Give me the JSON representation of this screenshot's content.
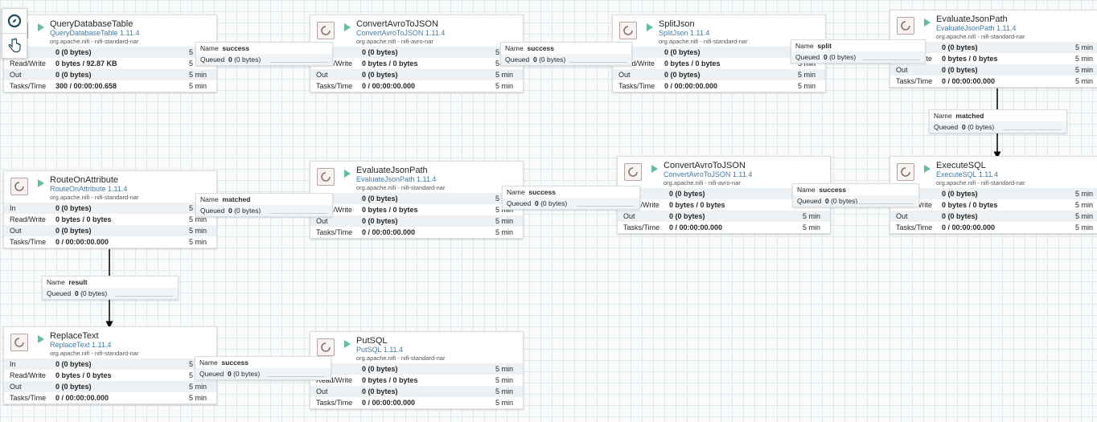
{
  "toolbar": {
    "items": [
      "navigate-icon",
      "pointer-hand-icon"
    ]
  },
  "processors": [
    {
      "id": "p1",
      "name": "QueryDatabaseTable",
      "type": "QueryDatabaseTable 1.11.4",
      "bundle": "org.apache.nifi - nifi-standard-nar",
      "stats": [
        [
          "",
          "0 (0 bytes)",
          "5 min"
        ],
        [
          "Read/Write",
          "0 bytes / 92.87 KB",
          "5 min"
        ],
        [
          "Out",
          "0 (0 bytes)",
          "5 min"
        ],
        [
          "Tasks/Time",
          "300 / 00:00:00.658",
          "5 min"
        ]
      ]
    },
    {
      "id": "p2",
      "name": "ConvertAvroToJSON",
      "type": "ConvertAvroToJSON 1.11.4",
      "bundle": "org.apache.nifi - nifi-avro-nar",
      "stats": [
        [
          "",
          "0 (0 bytes)",
          "5 min"
        ],
        [
          "Read/Write",
          "0 bytes / 0 bytes",
          "5 min"
        ],
        [
          "Out",
          "0 (0 bytes)",
          "5 min"
        ],
        [
          "Tasks/Time",
          "0 / 00:00:00.000",
          "5 min"
        ]
      ]
    },
    {
      "id": "p3",
      "name": "SplitJson",
      "type": "SplitJson 1.11.4",
      "bundle": "org.apache.nifi - nifi-standard-nar",
      "stats": [
        [
          "",
          "0 (0 bytes)",
          "5 min"
        ],
        [
          "Read/Write",
          "0 bytes / 0 bytes",
          "5 min"
        ],
        [
          "Out",
          "0 (0 bytes)",
          "5 min"
        ],
        [
          "Tasks/Time",
          "0 / 00:00:00.000",
          "5 min"
        ]
      ]
    },
    {
      "id": "p4",
      "name": "EvaluateJsonPath",
      "type": "EvaluateJsonPath 1.11.4",
      "bundle": "org.apache.nifi - nifi-standard-nar",
      "stats": [
        [
          "",
          "0 (0 bytes)",
          "5 min"
        ],
        [
          "Read/Write",
          "0 bytes / 0 bytes",
          "5 min"
        ],
        [
          "Out",
          "0 (0 bytes)",
          "5 min"
        ],
        [
          "Tasks/Time",
          "0 / 00:00:00.000",
          "5 min"
        ]
      ]
    },
    {
      "id": "p5",
      "name": "RouteOnAttribute",
      "type": "RouteOnAttribute 1.11.4",
      "bundle": "org.apache.nifi - nifi-standard-nar",
      "stats": [
        [
          "In",
          "0 (0 bytes)",
          "5 min"
        ],
        [
          "Read/Write",
          "0 bytes / 0 bytes",
          "5 min"
        ],
        [
          "Out",
          "0 (0 bytes)",
          "5 min"
        ],
        [
          "Tasks/Time",
          "0 / 00:00:00.000",
          "5 min"
        ]
      ]
    },
    {
      "id": "p6",
      "name": "EvaluateJsonPath",
      "type": "EvaluateJsonPath 1.11.4",
      "bundle": "org.apache.nifi - nifi-standard-nar",
      "stats": [
        [
          "",
          "0 (0 bytes)",
          "5 min"
        ],
        [
          "Read/Write",
          "0 bytes / 0 bytes",
          "5 min"
        ],
        [
          "Out",
          "0 (0 bytes)",
          "5 min"
        ],
        [
          "Tasks/Time",
          "0 / 00:00:00.000",
          "5 min"
        ]
      ]
    },
    {
      "id": "p7",
      "name": "ConvertAvroToJSON",
      "type": "ConvertAvroToJSON 1.11.4",
      "bundle": "org.apache.nifi - nifi-avro-nar",
      "stats": [
        [
          "",
          "0 (0 bytes)",
          "5 min"
        ],
        [
          "Read/Write",
          "0 bytes / 0 bytes",
          "5 min"
        ],
        [
          "Out",
          "0 (0 bytes)",
          "5 min"
        ],
        [
          "Tasks/Time",
          "0 / 00:00:00.000",
          "5 min"
        ]
      ]
    },
    {
      "id": "p8",
      "name": "ExecuteSQL",
      "type": "ExecuteSQL 1.11.4",
      "bundle": "org.apache.nifi - nifi-standard-nar",
      "stats": [
        [
          "",
          "0 (0 bytes)",
          "5 min"
        ],
        [
          "Read/Write",
          "0 bytes / 0 bytes",
          "5 min"
        ],
        [
          "Out",
          "0 (0 bytes)",
          "5 min"
        ],
        [
          "Tasks/Time",
          "0 / 00:00:00.000",
          "5 min"
        ]
      ]
    },
    {
      "id": "p9",
      "name": "ReplaceText",
      "type": "ReplaceText 1.11.4",
      "bundle": "org.apache.nifi - nifi-standard-nar",
      "stats": [
        [
          "In",
          "0 (0 bytes)",
          "5 min"
        ],
        [
          "Read/Write",
          "0 bytes / 0 bytes",
          "5 min"
        ],
        [
          "Out",
          "0 (0 bytes)",
          "5 min"
        ],
        [
          "Tasks/Time",
          "0 / 00:00:00.000",
          "5 min"
        ]
      ]
    },
    {
      "id": "p10",
      "name": "PutSQL",
      "type": "PutSQL 1.11.4",
      "bundle": "org.apache.nifi - nifi-standard-nar",
      "stats": [
        [
          "",
          "0 (0 bytes)",
          "5 min"
        ],
        [
          "Read/Write",
          "0 bytes / 0 bytes",
          "5 min"
        ],
        [
          "Out",
          "0 (0 bytes)",
          "5 min"
        ],
        [
          "Tasks/Time",
          "0 / 00:00:00.000",
          "5 min"
        ]
      ]
    }
  ],
  "connections": [
    {
      "id": "c1",
      "name_label": "Name",
      "name": "success",
      "queued_label": "Queued",
      "queued_count": "0",
      "queued_size": "(0 bytes)"
    },
    {
      "id": "c2",
      "name_label": "Name",
      "name": "success",
      "queued_label": "Queued",
      "queued_count": "0",
      "queued_size": "(0 bytes)"
    },
    {
      "id": "c3",
      "name_label": "Name",
      "name": "split",
      "queued_label": "Queued",
      "queued_count": "0",
      "queued_size": "(0 bytes)"
    },
    {
      "id": "c4",
      "name_label": "Name",
      "name": "matched",
      "queued_label": "Queued",
      "queued_count": "0",
      "queued_size": "(0 bytes)"
    },
    {
      "id": "c5",
      "name_label": "Name",
      "name": "matched",
      "queued_label": "Queued",
      "queued_count": "0",
      "queued_size": "(0 bytes)"
    },
    {
      "id": "c6",
      "name_label": "Name",
      "name": "success",
      "queued_label": "Queued",
      "queued_count": "0",
      "queued_size": "(0 bytes)"
    },
    {
      "id": "c7",
      "name_label": "Name",
      "name": "success",
      "queued_label": "Queued",
      "queued_count": "0",
      "queued_size": "(0 bytes)"
    },
    {
      "id": "c8",
      "name_label": "Name",
      "name": "result",
      "queued_label": "Queued",
      "queued_count": "0",
      "queued_size": "(0 bytes)"
    },
    {
      "id": "c9",
      "name_label": "Name",
      "name": "success",
      "queued_label": "Queued",
      "queued_count": "0",
      "queued_size": "(0 bytes)"
    }
  ]
}
